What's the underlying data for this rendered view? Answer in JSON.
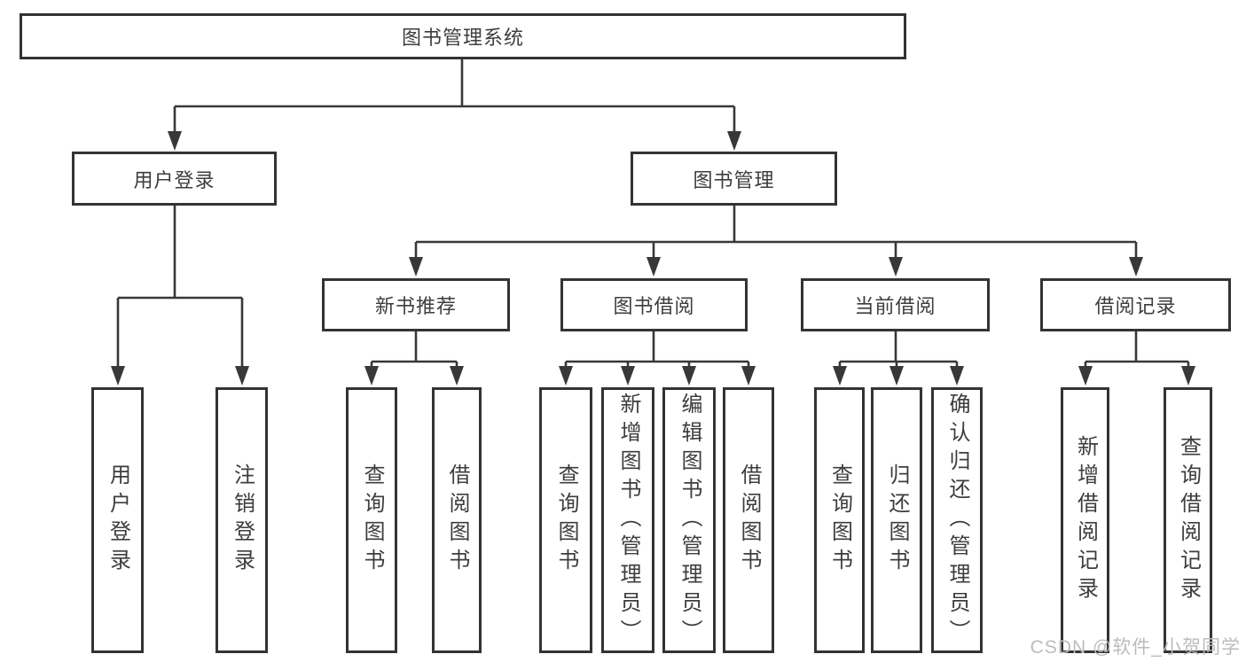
{
  "diagram": {
    "root": {
      "label": "图书管理系统"
    },
    "branches": [
      {
        "label": "用户登录",
        "children": [
          {
            "label": "用户登录"
          },
          {
            "label": "注销登录"
          }
        ]
      },
      {
        "label": "图书管理",
        "children": [
          {
            "label": "新书推荐",
            "children": [
              {
                "label": "查询图书"
              },
              {
                "label": "借阅图书"
              }
            ]
          },
          {
            "label": "图书借阅",
            "children": [
              {
                "label": "查询图书"
              },
              {
                "label": "新增图书（管理员）"
              },
              {
                "label": "编辑图书（管理员）"
              },
              {
                "label": "借阅图书"
              }
            ]
          },
          {
            "label": "当前借阅",
            "children": [
              {
                "label": "查询图书"
              },
              {
                "label": "归还图书"
              },
              {
                "label": "确认归还（管理员）"
              }
            ]
          },
          {
            "label": "借阅记录",
            "children": [
              {
                "label": "新增借阅记录"
              },
              {
                "label": "查询借阅记录"
              }
            ]
          }
        ]
      }
    ]
  },
  "watermark": {
    "text": "CSDN @软件_小贺同学"
  },
  "colors": {
    "background": "#ffffff",
    "border": "#333333",
    "line": "#383838",
    "text": "#3d3d3d",
    "watermark": "#bcbcbc"
  }
}
